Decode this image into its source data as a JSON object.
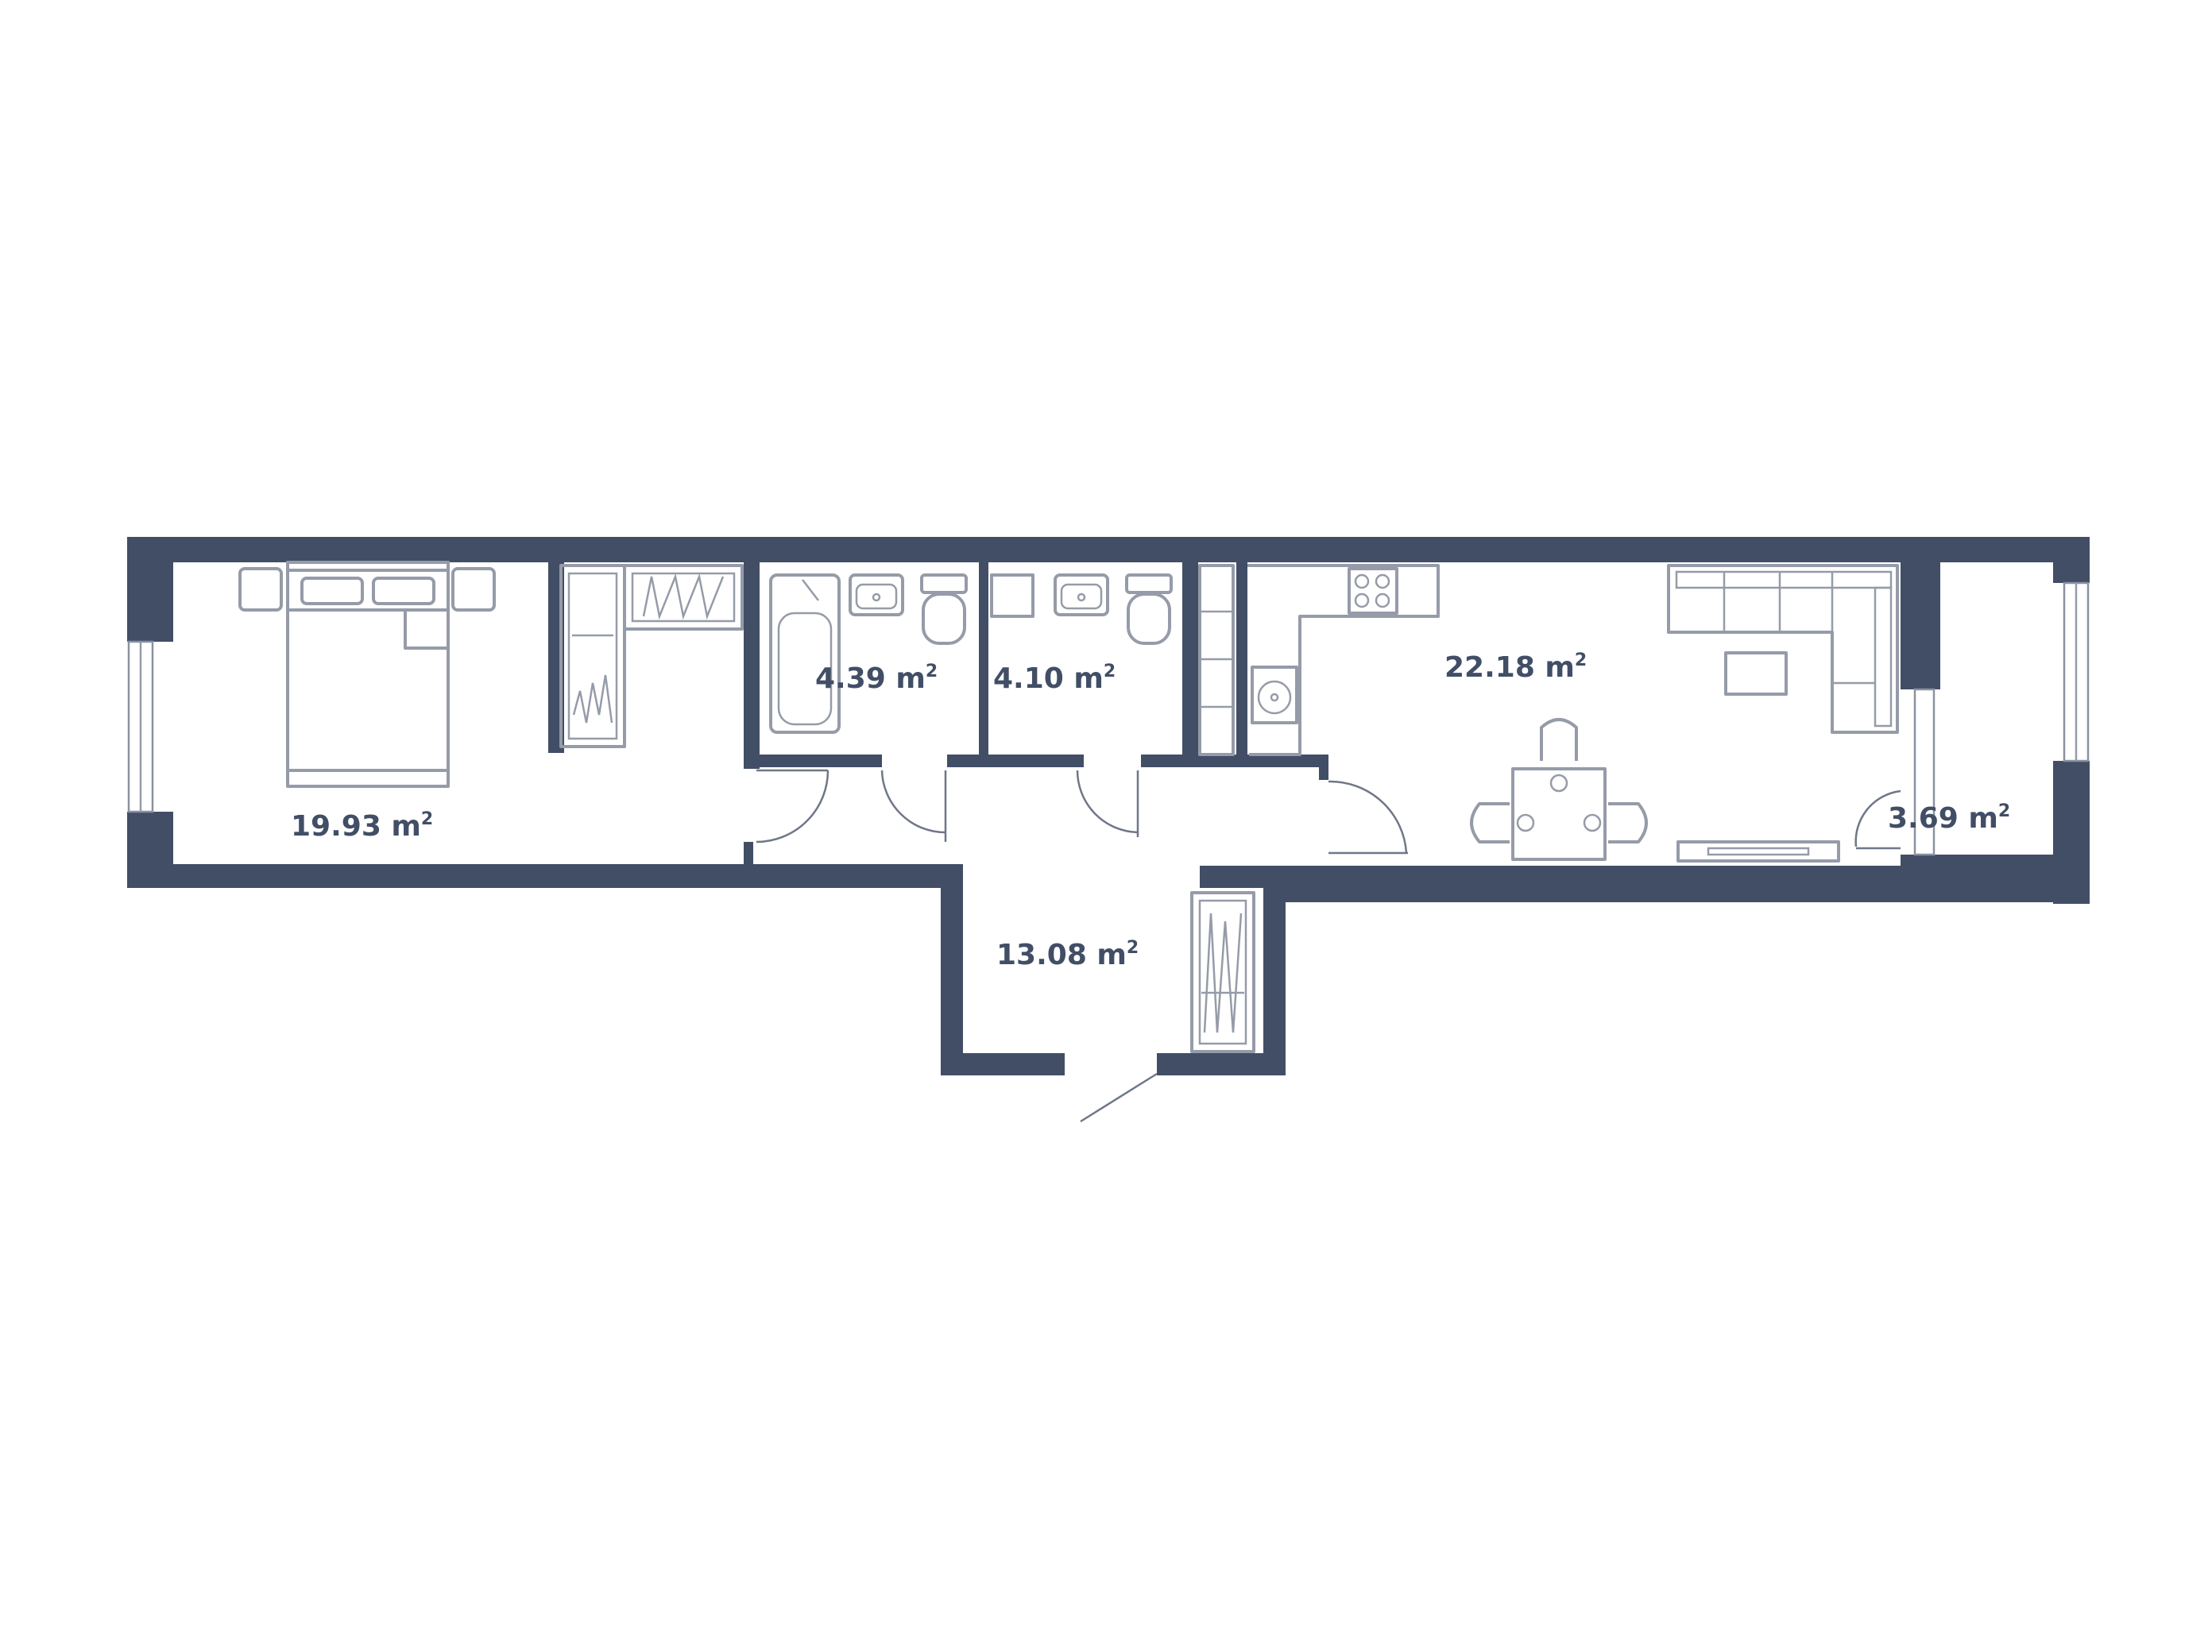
{
  "colors": {
    "wall": "#414e66",
    "furniture": "#959ba8",
    "label": "#414e66",
    "background": "#ffffff"
  },
  "rooms": {
    "bedroom": {
      "area": "19.93 m",
      "unit_sup": "2"
    },
    "bathroom": {
      "area": "4.39 m",
      "unit_sup": "2"
    },
    "toilet": {
      "area": "4.10 m",
      "unit_sup": "2"
    },
    "living_kitchen": {
      "area": "22.18 m",
      "unit_sup": "2"
    },
    "balcony": {
      "area": "3.69 m",
      "unit_sup": "2"
    },
    "hallway": {
      "area": "13.08 m",
      "unit_sup": "2"
    }
  },
  "icons": [
    "double-bed-icon",
    "nightstand-icon",
    "wardrobe-icon",
    "bathtub-icon",
    "sink-icon",
    "toilet-icon",
    "stove-icon",
    "kitchen-sink-icon",
    "corner-sofa-icon",
    "coffee-table-icon",
    "dining-table-icon",
    "chair-icon",
    "tv-stand-icon",
    "window-icon",
    "door-swing-icon"
  ]
}
